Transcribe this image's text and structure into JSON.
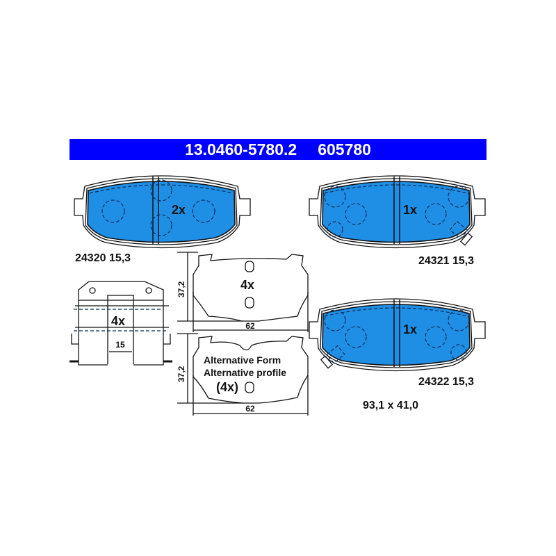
{
  "header": {
    "part_number": "13.0460-5780.2",
    "code": "605780",
    "color": "#0000ff"
  },
  "colors": {
    "pad_fill": "#1f8fe6",
    "line": "#111111"
  },
  "pads": [
    {
      "id": "24320 15,3",
      "qty": "2x"
    },
    {
      "id": "24321 15,3",
      "qty": "1x"
    },
    {
      "id": "24322 15,3",
      "qty": "1x"
    }
  ],
  "clip": {
    "qty": "4x",
    "width_dim": "15"
  },
  "shim": {
    "qty": "4x",
    "height_dim": "37,2",
    "width_dim": "62"
  },
  "alt_shim": {
    "line1": "Alternative Form",
    "line2": "Alternative profile",
    "qty": "(4x)",
    "height_dim": "37,2",
    "width_dim": "62"
  },
  "dimensions": "93,1 x 41,0"
}
